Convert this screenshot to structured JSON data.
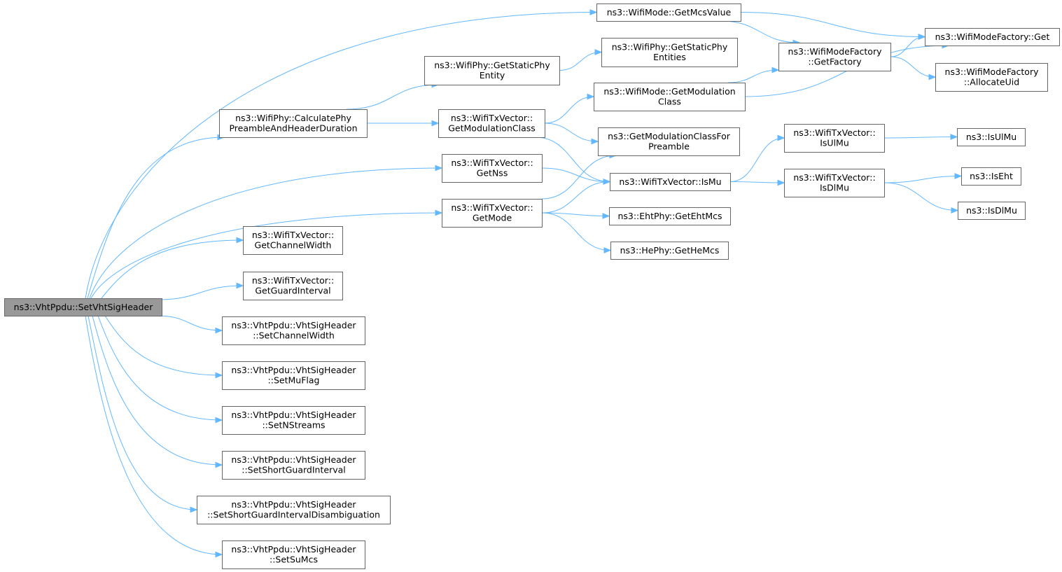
{
  "diagram": {
    "type": "call-graph",
    "nodes": [
      {
        "id": "root",
        "lines": [
          "ns3::VhtPpdu::SetVhtSigHeader"
        ],
        "highlight": true
      },
      {
        "id": "calcPhy",
        "lines": [
          "ns3::WifiPhy::CalculatePhy",
          "PreambleAndHeaderDuration"
        ]
      },
      {
        "id": "getStaticPhyEntity",
        "lines": [
          "ns3::WifiPhy::GetStaticPhy",
          "Entity"
        ]
      },
      {
        "id": "getStaticPhyEntities",
        "lines": [
          "ns3::WifiPhy::GetStaticPhy",
          "Entities"
        ]
      },
      {
        "id": "getModulationClassTx",
        "lines": [
          "ns3::WifiTxVector::",
          "GetModulationClass"
        ]
      },
      {
        "id": "getNss",
        "lines": [
          "ns3::WifiTxVector::",
          "GetNss"
        ]
      },
      {
        "id": "getMode",
        "lines": [
          "ns3::WifiTxVector::",
          "GetMode"
        ]
      },
      {
        "id": "getChannelWidth",
        "lines": [
          "ns3::WifiTxVector::",
          "GetChannelWidth"
        ]
      },
      {
        "id": "getGuardInterval",
        "lines": [
          "ns3::WifiTxVector::",
          "GetGuardInterval"
        ]
      },
      {
        "id": "setChannelWidth",
        "lines": [
          "ns3::VhtPpdu::VhtSigHeader",
          "::SetChannelWidth"
        ]
      },
      {
        "id": "setMuFlag",
        "lines": [
          "ns3::VhtPpdu::VhtSigHeader",
          "::SetMuFlag"
        ]
      },
      {
        "id": "setNStreams",
        "lines": [
          "ns3::VhtPpdu::VhtSigHeader",
          "::SetNStreams"
        ]
      },
      {
        "id": "setShortGuardInterval",
        "lines": [
          "ns3::VhtPpdu::VhtSigHeader",
          "::SetShortGuardInterval"
        ]
      },
      {
        "id": "setSgiDisambig",
        "lines": [
          "ns3::VhtPpdu::VhtSigHeader",
          "::SetShortGuardIntervalDisambiguation"
        ]
      },
      {
        "id": "setSuMcs",
        "lines": [
          "ns3::VhtPpdu::VhtSigHeader",
          "::SetSuMcs"
        ]
      },
      {
        "id": "getMcsValue",
        "lines": [
          "ns3::WifiMode::GetMcsValue"
        ]
      },
      {
        "id": "getModulationClassMode",
        "lines": [
          "ns3::WifiMode::GetModulation",
          "Class"
        ]
      },
      {
        "id": "getModClassForPreamble",
        "lines": [
          "ns3::GetModulationClassFor",
          "Preamble"
        ]
      },
      {
        "id": "isMu",
        "lines": [
          "ns3::WifiTxVector::IsMu"
        ]
      },
      {
        "id": "getEhtMcs",
        "lines": [
          "ns3::EhtPhy::GetEhtMcs"
        ]
      },
      {
        "id": "getHeMcs",
        "lines": [
          "ns3::HePhy::GetHeMcs"
        ]
      },
      {
        "id": "getFactory",
        "lines": [
          "ns3::WifiModeFactory",
          "::GetFactory"
        ]
      },
      {
        "id": "factoryGet",
        "lines": [
          "ns3::WifiModeFactory::Get"
        ]
      },
      {
        "id": "allocateUid",
        "lines": [
          "ns3::WifiModeFactory",
          "::AllocateUid"
        ]
      },
      {
        "id": "isUlMuTx",
        "lines": [
          "ns3::WifiTxVector::",
          "IsUlMu"
        ]
      },
      {
        "id": "isDlMuTx",
        "lines": [
          "ns3::WifiTxVector::",
          "IsDlMu"
        ]
      },
      {
        "id": "isUlMu",
        "lines": [
          "ns3::IsUlMu"
        ]
      },
      {
        "id": "isEht",
        "lines": [
          "ns3::IsEht"
        ]
      },
      {
        "id": "isDlMu",
        "lines": [
          "ns3::IsDlMu"
        ]
      }
    ],
    "edges": [
      {
        "from": "root",
        "to": "getMcsValue"
      },
      {
        "from": "root",
        "to": "calcPhy"
      },
      {
        "from": "root",
        "to": "getNss"
      },
      {
        "from": "root",
        "to": "getMode"
      },
      {
        "from": "root",
        "to": "getChannelWidth"
      },
      {
        "from": "root",
        "to": "getGuardInterval"
      },
      {
        "from": "root",
        "to": "setChannelWidth"
      },
      {
        "from": "root",
        "to": "setMuFlag"
      },
      {
        "from": "root",
        "to": "setNStreams"
      },
      {
        "from": "root",
        "to": "setShortGuardInterval"
      },
      {
        "from": "root",
        "to": "setSgiDisambig"
      },
      {
        "from": "root",
        "to": "setSuMcs"
      },
      {
        "from": "calcPhy",
        "to": "getStaticPhyEntity"
      },
      {
        "from": "calcPhy",
        "to": "getModulationClassTx"
      },
      {
        "from": "getStaticPhyEntity",
        "to": "getStaticPhyEntities"
      },
      {
        "from": "getModulationClassTx",
        "to": "getModulationClassMode"
      },
      {
        "from": "getModulationClassTx",
        "to": "getModClassForPreamble"
      },
      {
        "from": "getModulationClassTx",
        "to": "isMu"
      },
      {
        "from": "getNss",
        "to": "isMu"
      },
      {
        "from": "getMode",
        "to": "getModClassForPreamble"
      },
      {
        "from": "getMode",
        "to": "isMu"
      },
      {
        "from": "getMode",
        "to": "getEhtMcs"
      },
      {
        "from": "getMode",
        "to": "getHeMcs"
      },
      {
        "from": "getMcsValue",
        "to": "getFactory"
      },
      {
        "from": "getMcsValue",
        "to": "factoryGet"
      },
      {
        "from": "getModulationClassMode",
        "to": "getFactory"
      },
      {
        "from": "getModulationClassMode",
        "to": "factoryGet"
      },
      {
        "from": "getFactory",
        "to": "factoryGet"
      },
      {
        "from": "getFactory",
        "to": "allocateUid"
      },
      {
        "from": "isMu",
        "to": "isUlMuTx"
      },
      {
        "from": "isMu",
        "to": "isDlMuTx"
      },
      {
        "from": "isUlMuTx",
        "to": "isUlMu"
      },
      {
        "from": "isDlMuTx",
        "to": "isEht"
      },
      {
        "from": "isDlMuTx",
        "to": "isDlMu"
      }
    ]
  }
}
